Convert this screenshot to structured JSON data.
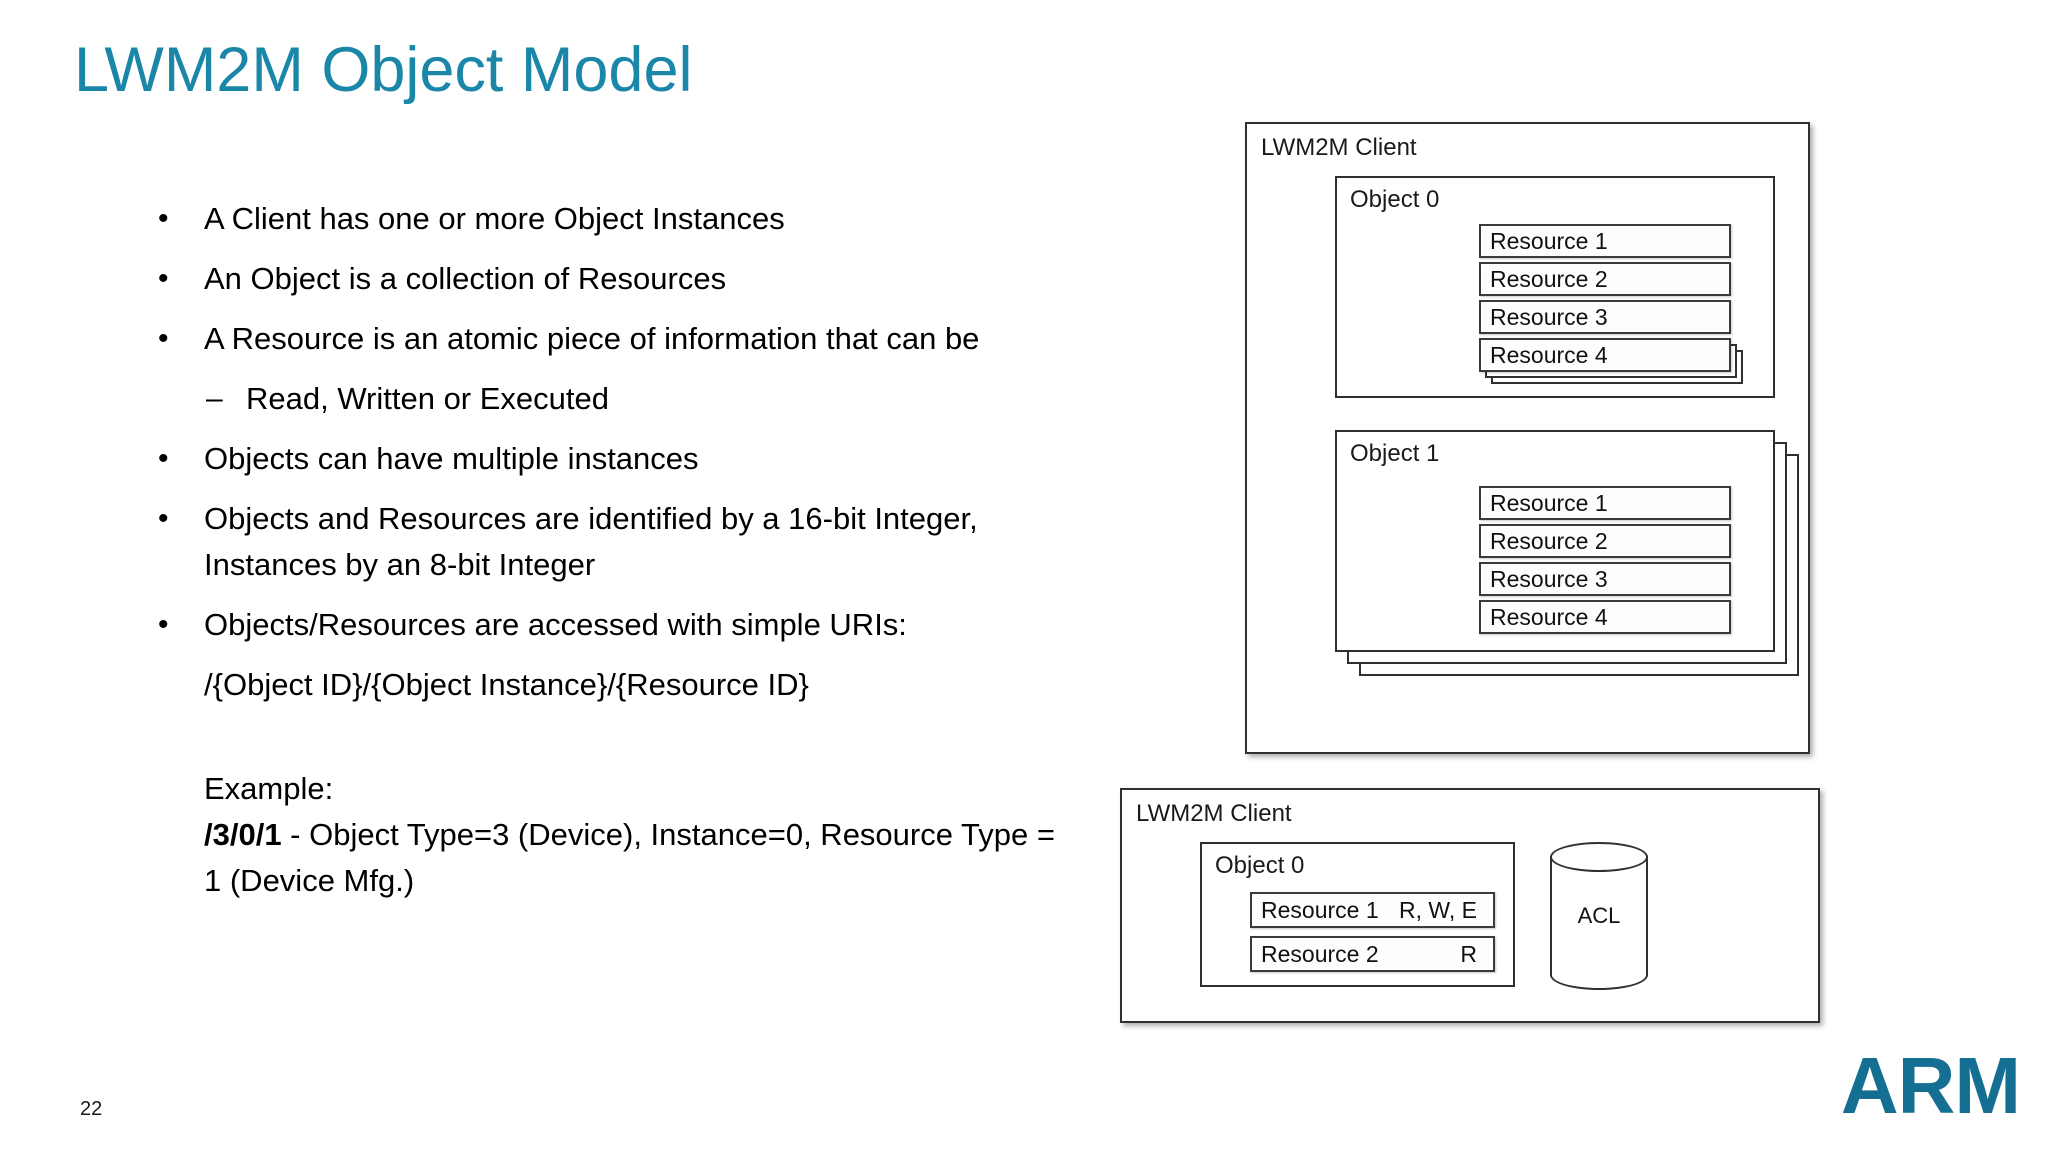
{
  "slide": {
    "title": "LWM2M Object Model",
    "title_color": "#1b87a8",
    "page_number": "22",
    "brand": "ARM",
    "brand_color": "#156f93"
  },
  "bullets": {
    "marker": "•",
    "sub_marker": "–",
    "items": [
      {
        "kind": "bullet",
        "text": "A Client has one or more Object Instances"
      },
      {
        "kind": "bullet",
        "text": "An Object is a collection of Resources"
      },
      {
        "kind": "bullet",
        "text": "A Resource is an atomic piece of information that can be"
      },
      {
        "kind": "sub",
        "text": "Read, Written or Executed"
      },
      {
        "kind": "bullet",
        "text": "Objects can have multiple instances"
      },
      {
        "kind": "bullet",
        "text": "Objects and Resources are identified by a 16-bit Integer, Instances by an 8-bit Integer"
      },
      {
        "kind": "bullet",
        "text": "Objects/Resources are accessed with simple URIs:"
      },
      {
        "kind": "plain",
        "text": "/{Object ID}/{Object Instance}/{Resource ID}"
      }
    ]
  },
  "example": {
    "heading": "Example:",
    "uri": "/3/0/1",
    "description": " - Object Type=3 (Device), Instance=0, Resource Type = 1 (Device Mfg.)"
  },
  "diagram_top": {
    "client_label": "LWM2M Client",
    "objects": [
      {
        "label": "Object 0",
        "stacked_object": false,
        "resources": [
          {
            "name": "Resource 1",
            "stacked": false
          },
          {
            "name": "Resource 2",
            "stacked": false
          },
          {
            "name": "Resource 3",
            "stacked": false
          },
          {
            "name": "Resource 4",
            "stacked": true
          }
        ]
      },
      {
        "label": "Object 1",
        "stacked_object": true,
        "resources": [
          {
            "name": "Resource 1",
            "stacked": false
          },
          {
            "name": "Resource 2",
            "stacked": false
          },
          {
            "name": "Resource 3",
            "stacked": false
          },
          {
            "name": "Resource 4",
            "stacked": false
          }
        ]
      }
    ]
  },
  "diagram_bottom": {
    "client_label": "LWM2M Client",
    "object_label": "Object 0",
    "resources": [
      {
        "name": "Resource 1",
        "ops": "R, W, E"
      },
      {
        "name": "Resource 2",
        "ops": "R"
      }
    ],
    "acl_label": "ACL"
  }
}
